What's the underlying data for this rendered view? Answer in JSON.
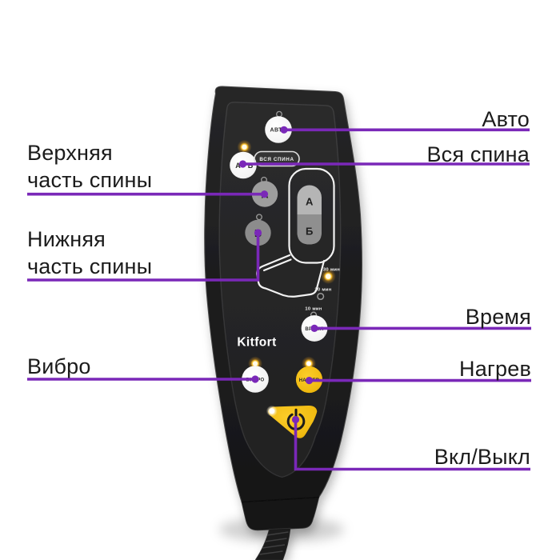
{
  "colors": {
    "accent": "#7a28b8",
    "background": "#ffffff",
    "remote_body": "#1f1f20",
    "button_yellow": "#f0ba10",
    "led_lit_yellow": "#fdc62e"
  },
  "brand": {
    "logo": "Kitfort"
  },
  "callouts": {
    "auto": {
      "label": "Авто"
    },
    "whole_back": {
      "label": "Вся спина"
    },
    "upper_back": {
      "label_line1": "Верхняя",
      "label_line2": "часть спины"
    },
    "lower_back": {
      "label_line1": "Нижняя",
      "label_line2": "часть спины"
    },
    "time": {
      "label": "Время"
    },
    "vibro": {
      "label": "Вибро"
    },
    "heat": {
      "label": "Нагрев"
    },
    "power": {
      "label": "Вкл/Выкл"
    }
  },
  "remote": {
    "buttons": {
      "auto": "АВТО",
      "ab_left": "А",
      "ab_right": "Б",
      "whole_back_pill": "ВСЯ СПИНА",
      "upper_zone": "А",
      "lower_zone": "Б",
      "seat_upper": "А",
      "seat_lower": "Б",
      "time": "ВРЕМЯ",
      "vibro": "ВИБРО",
      "heat": "НАГРЕВ"
    },
    "timer_leds": [
      {
        "label": "30 мин",
        "lit": true
      },
      {
        "label": "20 мин",
        "lit": false
      },
      {
        "label": "10 мин",
        "lit": false
      }
    ]
  }
}
